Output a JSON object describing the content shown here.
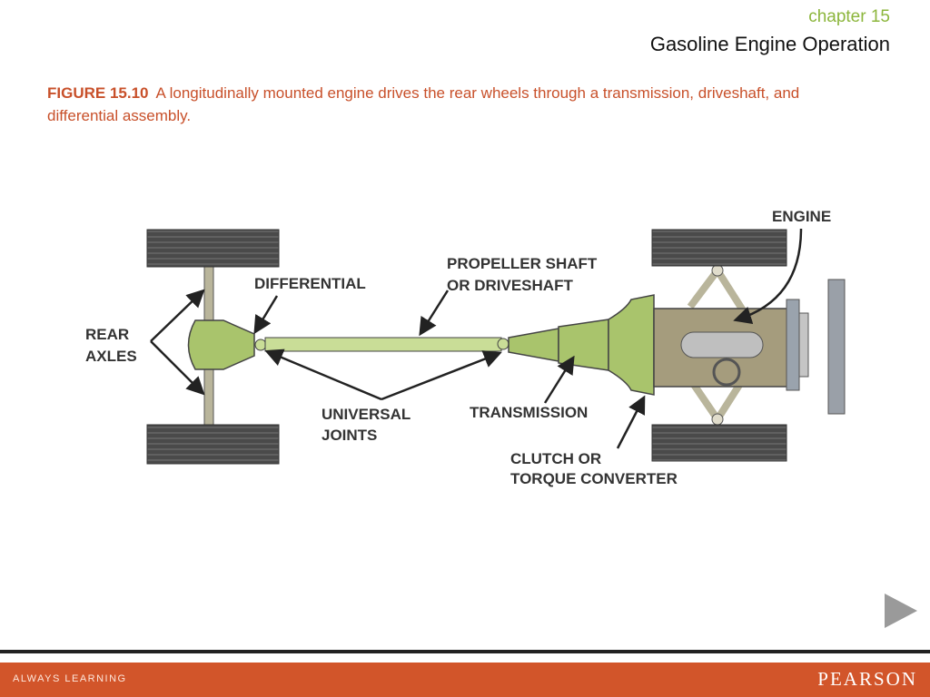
{
  "header": {
    "chapter": "chapter 15",
    "title": "Gasoline Engine Operation"
  },
  "caption": {
    "figure_label": "FIGURE 15.10",
    "text": "A longitudinally mounted engine drives the rear wheels through a transmission, driveshaft, and differential assembly."
  },
  "diagram": {
    "labels": {
      "engine": "ENGINE",
      "propeller_shaft_line1": "PROPELLER SHAFT",
      "propeller_shaft_line2": "OR DRIVESHAFT",
      "differential": "DIFFERENTIAL",
      "rear_axles_line1": "REAR",
      "rear_axles_line2": "AXLES",
      "universal_joints_line1": "UNIVERSAL",
      "universal_joints_line2": "JOINTS",
      "transmission": "TRANSMISSION",
      "clutch_line1": "CLUTCH OR",
      "clutch_line2": "TORQUE CONVERTER"
    },
    "colors": {
      "drivetrain": "#a9c46c",
      "engine": "#a59c7d",
      "tire": "#4a4a4a"
    }
  },
  "navigation": {
    "next_icon": "play-triangle-icon"
  },
  "footer": {
    "left": "ALWAYS LEARNING",
    "right": "PEARSON",
    "color": "#d2552a"
  }
}
